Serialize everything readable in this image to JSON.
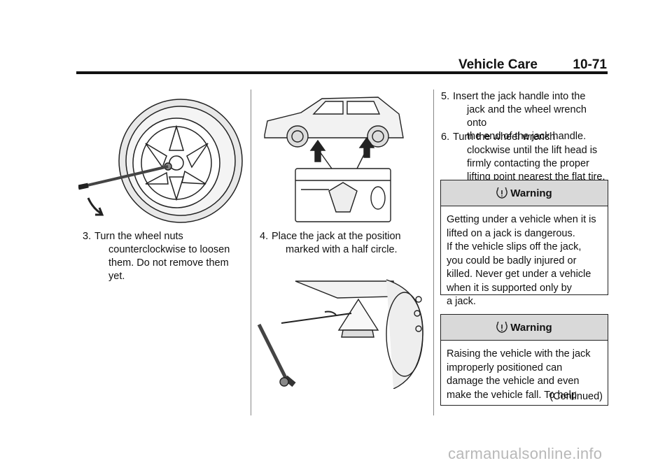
{
  "header": {
    "section": "Vehicle Care",
    "page": "10-71"
  },
  "col1": {
    "step": {
      "num": "3.",
      "lines": [
        "Turn the wheel nuts",
        "counterclockwise to loosen",
        "them. Do not remove them yet."
      ]
    }
  },
  "col2": {
    "step": {
      "num": "4.",
      "lines": [
        "Place the jack at the position",
        "marked with a half circle."
      ]
    }
  },
  "col3": {
    "step5": {
      "num": "5.",
      "lines": [
        "Insert the jack handle into the",
        "jack and the wheel wrench onto",
        "the end of the jack handle."
      ]
    },
    "step6": {
      "num": "6.",
      "lines": [
        "Turn the wheel wrench",
        "clockwise until the lift head is",
        "firmly contacting the proper",
        "lifting point nearest the flat tire."
      ]
    },
    "warning1": {
      "title": "Warning",
      "lines": [
        "Getting under a vehicle when it is",
        "lifted on a jack is dangerous.",
        "If the vehicle slips off the jack,",
        "you could be badly injured or",
        "killed. Never get under a vehicle",
        "when it is supported only by",
        "a jack."
      ]
    },
    "warning2": {
      "title": "Warning",
      "lines": [
        "Raising the vehicle with the jack",
        "improperly positioned can",
        "damage the vehicle and even",
        "make the vehicle fall. To help"
      ],
      "continued": "(Continued)"
    }
  },
  "watermark": "carmanualsonline.info"
}
